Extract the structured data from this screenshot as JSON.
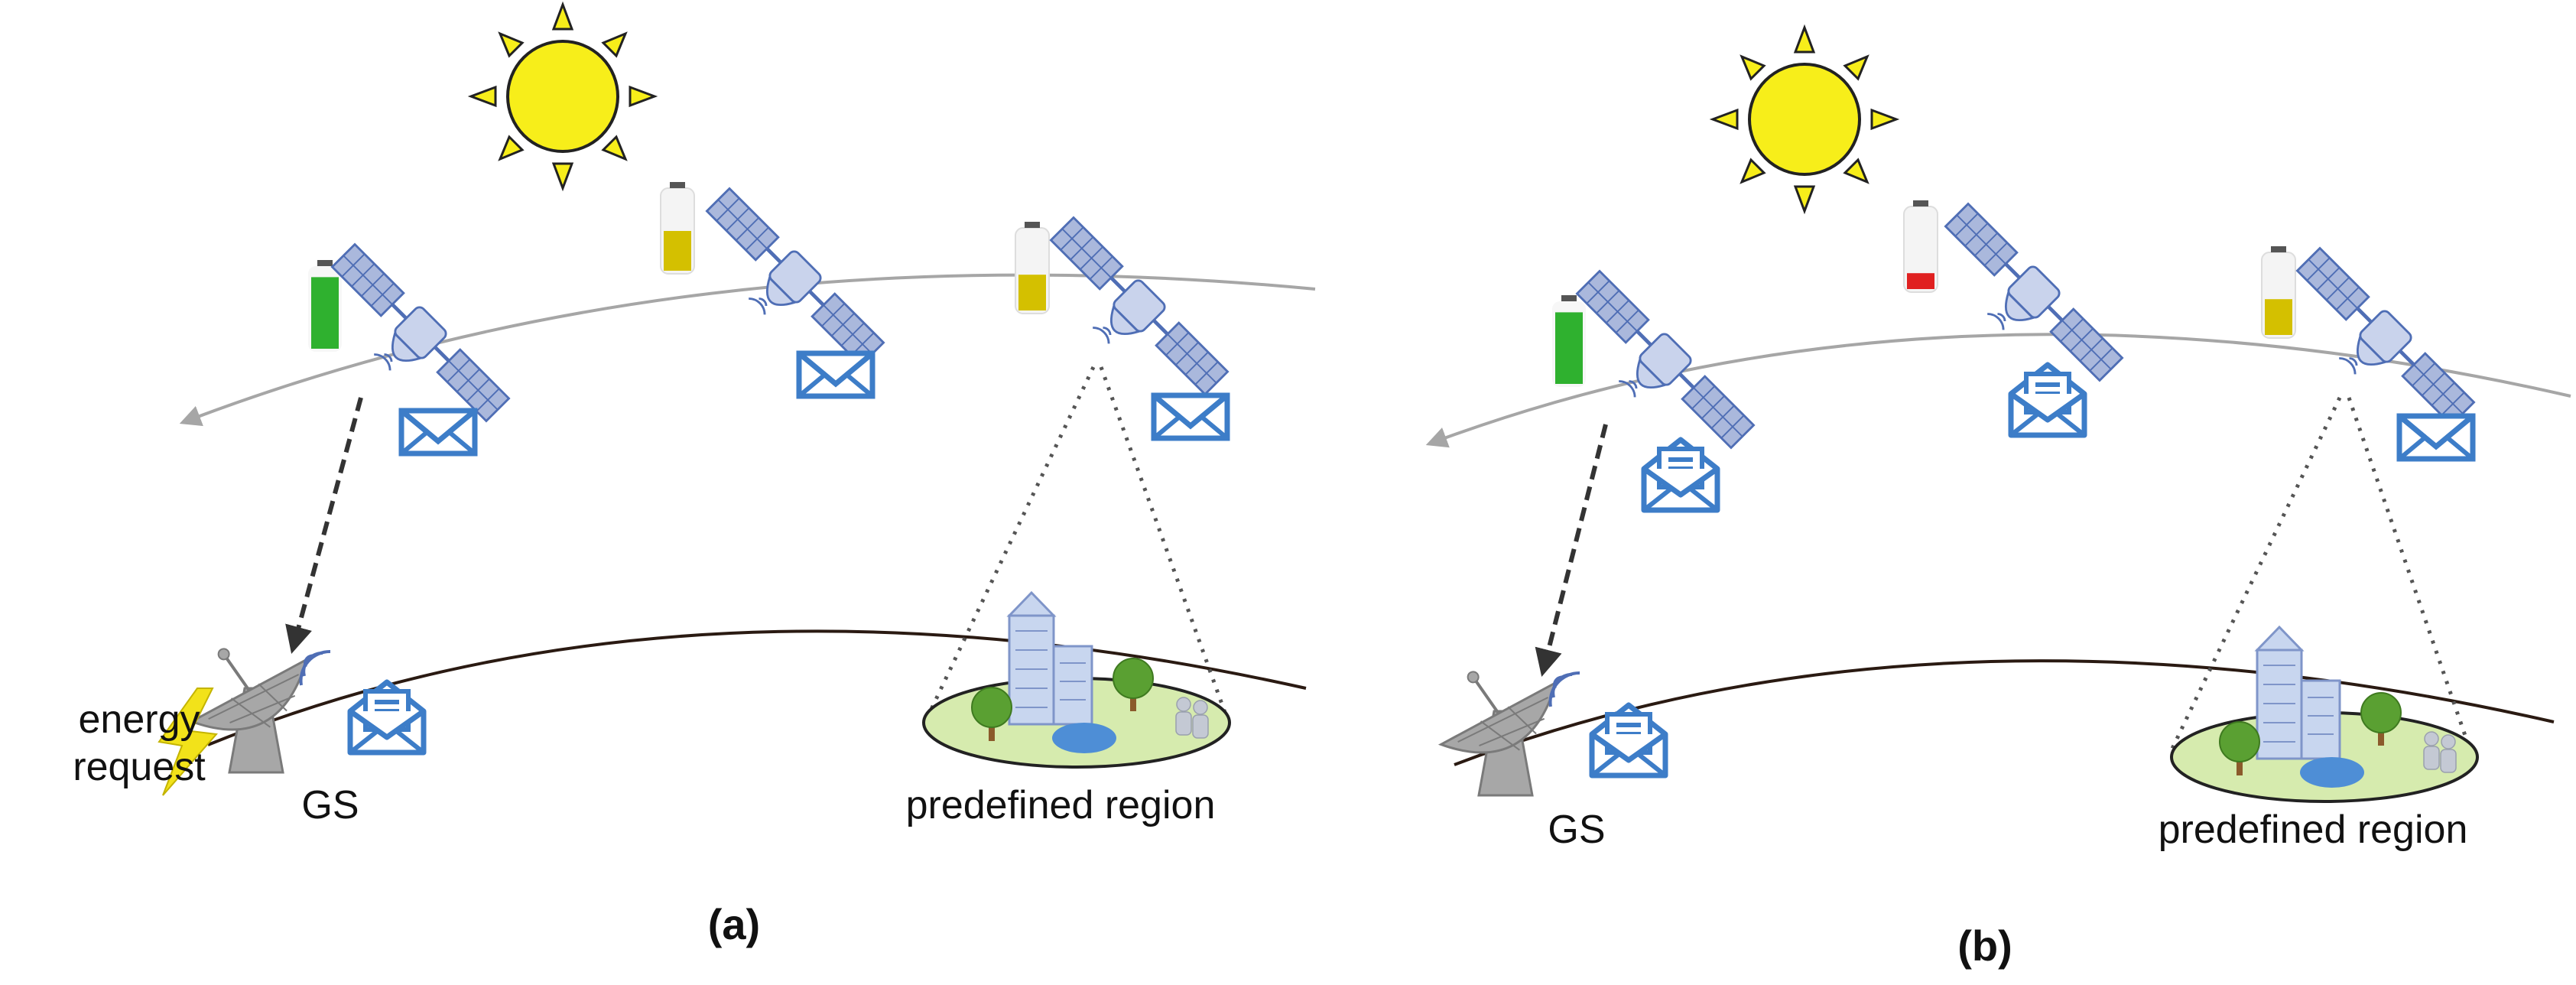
{
  "panels": [
    {
      "caption": "(a)",
      "gs_label": "GS",
      "energy_label_line1": "energy",
      "energy_label_line2": "request",
      "region_label": "predefined region",
      "satellites": [
        {
          "battery_level": 0.9,
          "battery_color": "#2fb12f",
          "message": "closed-envelope"
        },
        {
          "battery_level": 0.5,
          "battery_color": "#d4c000",
          "message": "closed-envelope"
        },
        {
          "battery_level": 0.45,
          "battery_color": "#d4c000",
          "message": "closed-envelope"
        }
      ],
      "gs_message": "open-envelope-with-document"
    },
    {
      "caption": "(b)",
      "gs_label": "GS",
      "region_label": "predefined region",
      "satellites": [
        {
          "battery_level": 0.9,
          "battery_color": "#2fb12f",
          "message": "open-envelope-with-document"
        },
        {
          "battery_level": 0.2,
          "battery_color": "#e02020",
          "message": "open-envelope-with-document"
        },
        {
          "battery_level": 0.45,
          "battery_color": "#d4c000",
          "message": "closed-envelope"
        }
      ],
      "gs_message": "open-envelope-with-document"
    }
  ],
  "colors": {
    "sun": "#f7ee1a",
    "sun_stroke": "#222222",
    "orbit": "#a6a6a6",
    "earth": "#2a1a12",
    "satellite_blue": "#4f6eb5",
    "satellite_panel": "#aab8dc",
    "envelope": "#3d7dc8",
    "ground_station": "#a7a7a7",
    "region_fill": "#d6ebae",
    "lightning": "#f2e21a"
  }
}
